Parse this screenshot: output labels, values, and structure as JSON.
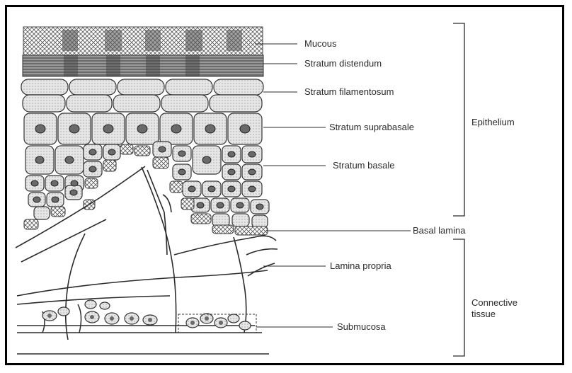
{
  "labels": {
    "mucous": "Mucous",
    "stratum_distendum": "Stratum distendum",
    "stratum_filamentosum": "Stratum filamentosum",
    "stratum_suprabasale": "Stratum suprabasale",
    "stratum_basale": "Stratum basale",
    "basal_lamina": "Basal lamina",
    "lamina_propria": "Lamina propria",
    "submucosa": "Submucosa",
    "epithelium": "Epithelium",
    "connective_tissue_line1": "Connective",
    "connective_tissue_line2": "tissue"
  },
  "colors": {
    "ink": "#2b2b2b",
    "cell_fill": "#dcdcdc",
    "nucleus": "#6a6a6a",
    "frame": "#000000"
  }
}
